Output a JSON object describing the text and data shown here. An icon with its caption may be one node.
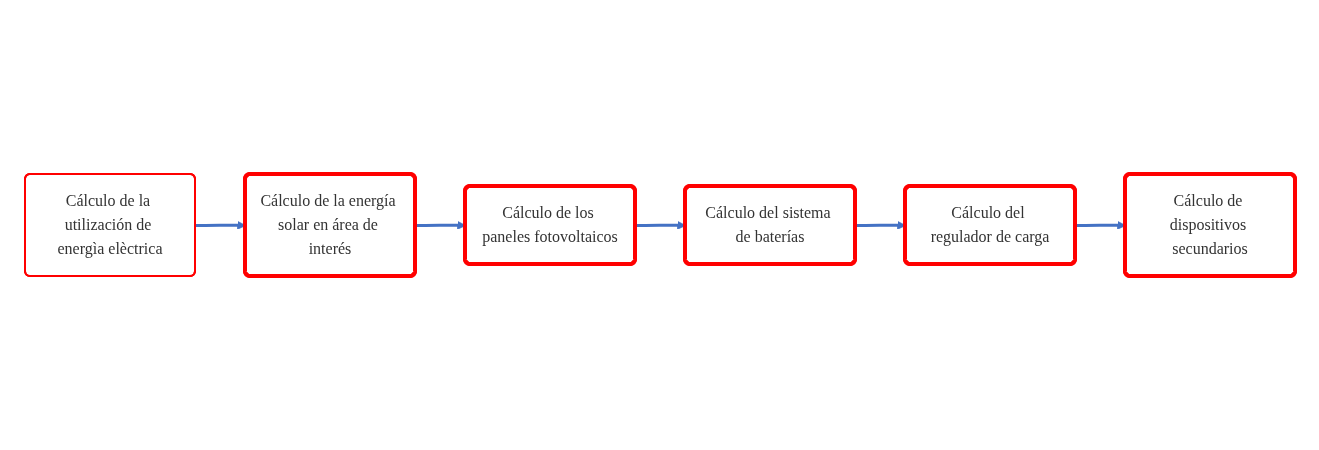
{
  "diagram": {
    "nodes": [
      {
        "text": [
          "Cálculo de la utilización de energìa elèctrica"
        ]
      },
      {
        "text": [
          "Cálculo de la energía solar en área de interés"
        ]
      },
      {
        "text": [
          "Cálculo de los paneles fotovoltaicos"
        ]
      },
      {
        "text": [
          "Cálculo del sistema de baterías"
        ]
      },
      {
        "text": [
          "Cálculo del regulador de carga"
        ]
      },
      {
        "text": [
          "Cálculo de dispositivos secundarios"
        ]
      }
    ],
    "edges": [
      {
        "from": 0,
        "to": 1,
        "arrow": "to"
      },
      {
        "from": 1,
        "to": 2,
        "arrow": "to"
      },
      {
        "from": 2,
        "to": 3,
        "arrow": "to"
      },
      {
        "from": 3,
        "to": 4,
        "arrow": "to"
      },
      {
        "from": 4,
        "to": 5,
        "arrow": "to"
      }
    ]
  }
}
